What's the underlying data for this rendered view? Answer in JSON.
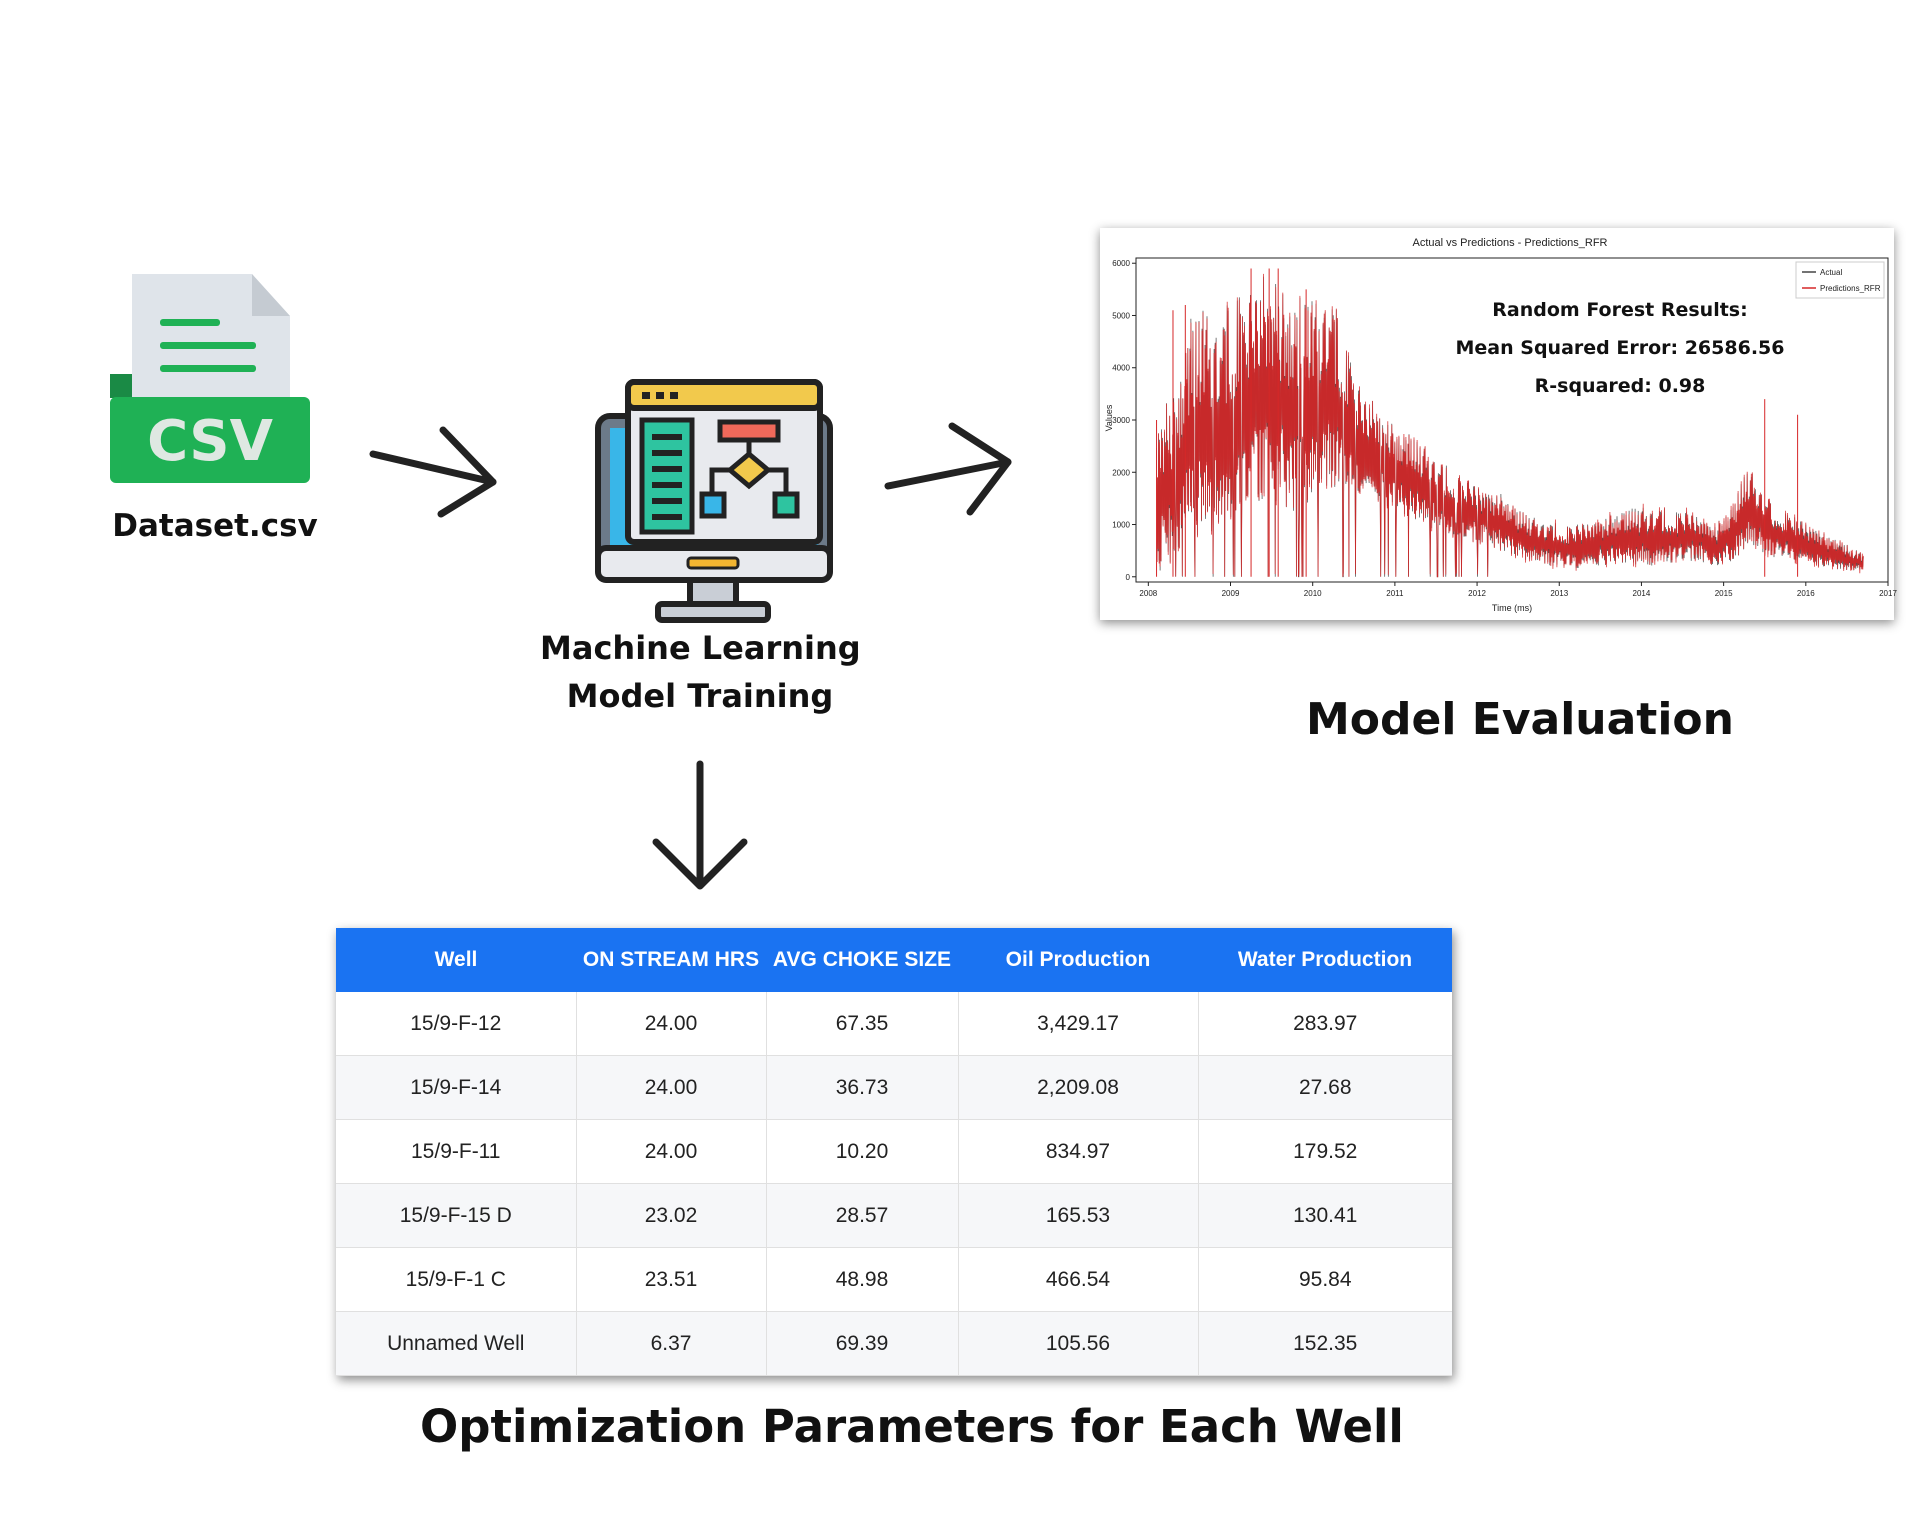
{
  "csv_node": {
    "icon": "csv-file-icon",
    "badge_text": "CSV",
    "label": "Dataset.csv",
    "colors": {
      "badge": "#1fb155",
      "badge_fold": "#1a8a45",
      "page": "#dfe4ea",
      "page_fold": "#c5cbd2",
      "lines": "#1fb155"
    }
  },
  "ml_node": {
    "icon": "computer-flowchart-icon",
    "label_line1": "Machine Learning",
    "label_line2": "Model Training"
  },
  "evaluation": {
    "label": "Model Evaluation",
    "chart_data": {
      "type": "line",
      "title": "Actual vs Predictions - Predictions_RFR",
      "xlabel": "Time (ms)",
      "ylabel": "Values",
      "x_ticks": [
        "2008",
        "2009",
        "2010",
        "2011",
        "2012",
        "2013",
        "2014",
        "2015",
        "2016",
        "2017"
      ],
      "y_ticks": [
        "0",
        "1000",
        "2000",
        "3000",
        "4000",
        "5000",
        "6000"
      ],
      "xlim": [
        2007.85,
        2017.0
      ],
      "ylim": [
        -100,
        6100
      ],
      "legend_position": "top-right",
      "series": [
        {
          "name": "Actual",
          "color": "#444444"
        },
        {
          "name": "Predictions_RFR",
          "color": "#d62728"
        }
      ],
      "annotation": {
        "line1": "Random Forest Results:",
        "line2": "Mean Squared Error: 26586.56",
        "line3": "R-squared: 0.98"
      },
      "envelope": {
        "x": [
          2008.1,
          2008.3,
          2008.5,
          2008.7,
          2008.9,
          2009.0,
          2009.2,
          2009.4,
          2009.6,
          2009.8,
          2010.0,
          2010.2,
          2010.4,
          2010.6,
          2010.8,
          2011.0,
          2011.2,
          2011.4,
          2011.6,
          2011.8,
          2012.0,
          2012.3,
          2012.6,
          2012.9,
          2013.2,
          2013.5,
          2013.8,
          2014.1,
          2014.4,
          2014.7,
          2014.9,
          2015.1,
          2015.3,
          2015.5,
          2015.7,
          2016.0,
          2016.3,
          2016.7
        ],
        "high": [
          3200,
          3500,
          5000,
          5200,
          5200,
          5300,
          5500,
          5800,
          5600,
          5400,
          5300,
          5700,
          4400,
          3500,
          3300,
          2900,
          2700,
          2500,
          2200,
          1900,
          1800,
          1600,
          1200,
          1050,
          1000,
          1150,
          1300,
          1350,
          1300,
          1200,
          1000,
          1350,
          2100,
          1600,
          1300,
          1050,
          800,
          450
        ],
        "low": [
          0,
          300,
          600,
          900,
          800,
          1000,
          1300,
          1500,
          1400,
          1200,
          1500,
          1700,
          1700,
          1600,
          1400,
          1300,
          1100,
          950,
          800,
          700,
          650,
          500,
          300,
          200,
          150,
          200,
          250,
          200,
          250,
          300,
          200,
          300,
          550,
          400,
          350,
          250,
          150,
          100
        ]
      },
      "spikes": [
        {
          "x": 2008.1,
          "y": 3000
        },
        {
          "x": 2008.3,
          "y": 5100
        },
        {
          "x": 2008.45,
          "y": 5200
        },
        {
          "x": 2009.25,
          "y": 5900
        },
        {
          "x": 2009.47,
          "y": 5900
        },
        {
          "x": 2009.58,
          "y": 5900
        },
        {
          "x": 2009.92,
          "y": 5500
        },
        {
          "x": 2015.5,
          "y": 3400
        },
        {
          "x": 2015.9,
          "y": 3100
        }
      ]
    }
  },
  "optimization": {
    "label": "Optimization Parameters for Each Well",
    "columns": [
      "Well",
      "ON STREAM HRS",
      "AVG CHOKE SIZE",
      "Oil Production",
      "Water Production"
    ],
    "rows": [
      [
        "15/9-F-12",
        "24.00",
        "67.35",
        "3,429.17",
        "283.97"
      ],
      [
        "15/9-F-14",
        "24.00",
        "36.73",
        "2,209.08",
        "27.68"
      ],
      [
        "15/9-F-11",
        "24.00",
        "10.20",
        "834.97",
        "179.52"
      ],
      [
        "15/9-F-15 D",
        "23.02",
        "28.57",
        "165.53",
        "130.41"
      ],
      [
        "15/9-F-1 C",
        "23.51",
        "48.98",
        "466.54",
        "95.84"
      ],
      [
        "Unnamed Well",
        "6.37",
        "69.39",
        "105.56",
        "152.35"
      ]
    ],
    "header_color": "#1a73f2"
  },
  "flow": {
    "arrows": [
      {
        "name": "csv-to-ml-arrow",
        "from": "Dataset.csv",
        "to": "Machine Learning Model Training"
      },
      {
        "name": "ml-to-evaluation-arrow",
        "from": "Machine Learning Model Training",
        "to": "Model Evaluation"
      },
      {
        "name": "ml-to-table-arrow",
        "from": "Machine Learning Model Training",
        "to": "Optimization Parameters for Each Well"
      }
    ]
  }
}
